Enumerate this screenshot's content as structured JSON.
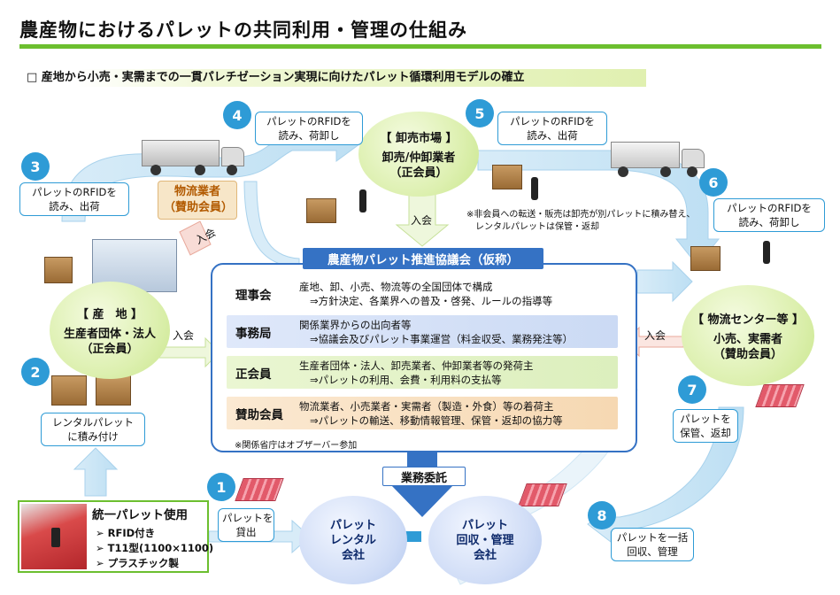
{
  "page": {
    "title": "農産物におけるパレットの共同利用・管理の仕組み",
    "subtitle": "□ 産地から小売・実需までの一貫パレチゼーション実現に向けたパレット循環利用モデルの確立"
  },
  "nodes": {
    "wholesale": {
      "bracket": "【 卸売市場 】",
      "line1": "卸売/仲卸業者",
      "line2": "（正会員）"
    },
    "origin": {
      "bracket": "【 産　地 】",
      "line1": "生産者団体・法人",
      "line2": "（正会員）"
    },
    "center": {
      "bracket": "【 物流センター等 】",
      "line1": "小売、実需者",
      "line2": "（賛助会員）"
    },
    "rental": {
      "line1": "パレット",
      "line2": "レンタル",
      "line3": "会社"
    },
    "recovery": {
      "line1": "パレット",
      "line2": "回収・管理",
      "line3": "会社"
    },
    "logistics": {
      "line1": "物流業者",
      "line2": "（賛助会員）"
    }
  },
  "steps": [
    {
      "num": "1",
      "text1": "パレットを",
      "text2": "貸出"
    },
    {
      "num": "2",
      "text1": "レンタルパレット",
      "text2": "に積み付け"
    },
    {
      "num": "3",
      "text1": "パレットのRFIDを",
      "text2": "読み、出荷"
    },
    {
      "num": "4",
      "text1": "パレットのRFIDを",
      "text2": "読み、荷卸し"
    },
    {
      "num": "5",
      "text1": "パレットのRFIDを",
      "text2": "読み、出荷"
    },
    {
      "num": "6",
      "text1": "パレットのRFIDを",
      "text2": "読み、荷卸し"
    },
    {
      "num": "7",
      "text1": "パレットを",
      "text2": "保管、返却"
    },
    {
      "num": "8",
      "text1": "パレットを一括",
      "text2": "回収、管理"
    }
  ],
  "joins": {
    "logistics": "入会",
    "origin": "入会",
    "wholesale": "入会",
    "center": "入会"
  },
  "council": {
    "title": "農産物パレット推進協議会（仮称）",
    "rows": [
      {
        "label": "理事会",
        "desc1": "産地、卸、小売、物流等の全国団体で構成",
        "desc2": "⇒方針決定、各業界への普及・啓発、ルールの指導等"
      },
      {
        "label": "事務局",
        "desc1": "関係業界からの出向者等",
        "desc2": "⇒協議会及びパレット事業運営（料金収受、業務発注等）"
      },
      {
        "label": "正会員",
        "desc1": "生産者団体・法人、卸売業者、仲卸業者等の発荷主",
        "desc2": "⇒パレットの利用、会費・利用料の支払等"
      },
      {
        "label": "賛助会員",
        "desc1": "物流業者、小売業者・実需者（製造・外食）等の着荷主",
        "desc2": "⇒パレットの輸送、移動情報管理、保管・返却の協力等"
      }
    ],
    "observer_note": "※関係省庁はオブザーバー参加"
  },
  "note": {
    "line1": "※非会員への転送・販売は卸売が別パレットに積み替え、",
    "line2": "レンタルパレットは保管・返却"
  },
  "consignment": "業務委託",
  "unified": {
    "title": "統一パレット使用",
    "features": [
      "➢ RFID付き",
      "➢ T11型(1100×1100)",
      "➢ プラスチック製"
    ]
  },
  "colors": {
    "accent_green": "#6cbf2f",
    "accent_blue": "#2e9bd6",
    "council_blue": "#3572c4"
  }
}
